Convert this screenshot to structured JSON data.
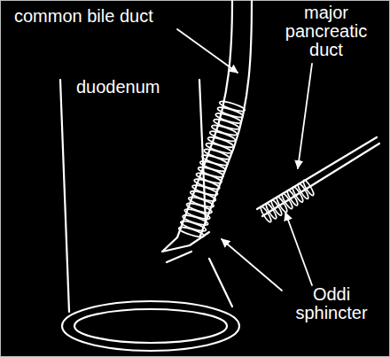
{
  "diagram": {
    "labels": [
      "common bile duct",
      "major pancreatic duct",
      "duodenum",
      "Oddi sphincter"
    ]
  }
}
